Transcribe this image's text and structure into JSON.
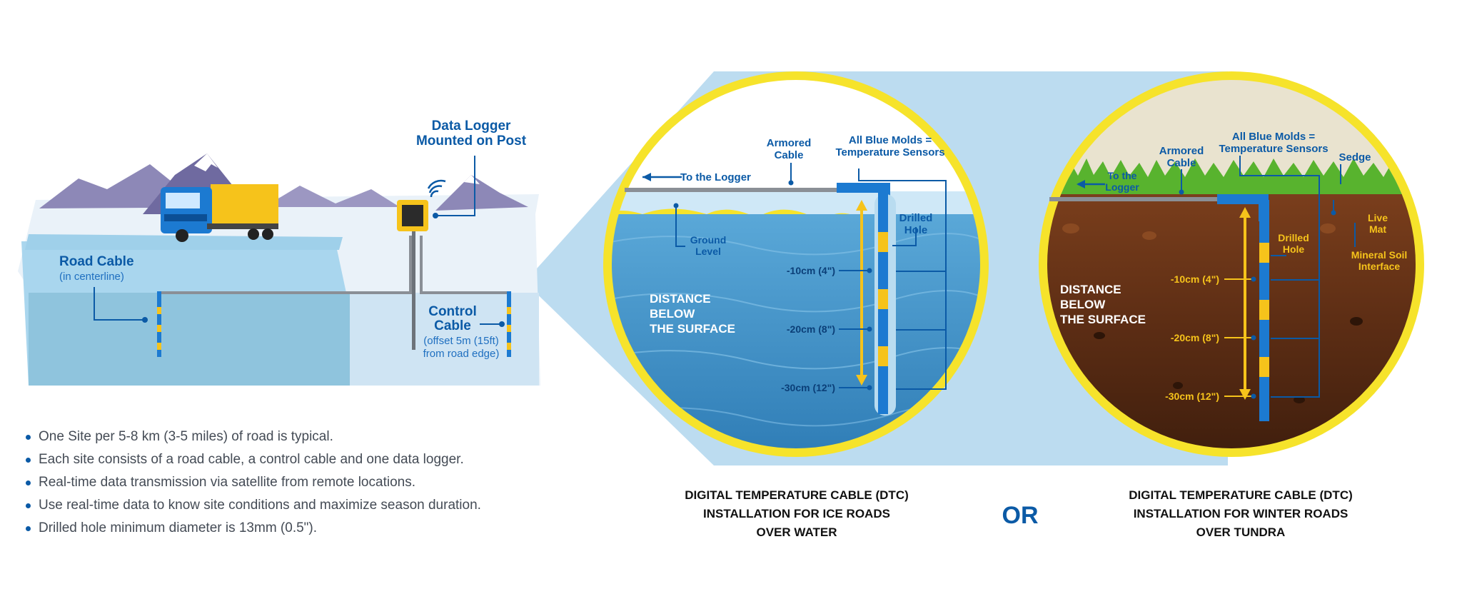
{
  "colors": {
    "brand_blue": "#0b5aa6",
    "accent_yellow": "#f6e32b",
    "water": "#3f8fc4",
    "soil": "#5a2c13",
    "grass": "#58b32e",
    "sky_band": "#bcdcf0"
  },
  "left_scene": {
    "road_cable_title": "Road Cable",
    "road_cable_sub": "(in centerline)",
    "logger_line1": "Data Logger",
    "logger_line2": "Mounted on Post",
    "control_line1": "Control",
    "control_line2": "Cable",
    "control_sub1": "(offset 5m (15ft)",
    "control_sub2": "from road edge)"
  },
  "bullets": [
    "One Site per 5-8 km (3-5 miles) of road is typical.",
    "Each site consists of a road cable, a control cable and one data logger.",
    "Real-time data transmission via satellite from remote locations.",
    "Use real-time data to know site conditions and maximize season duration.",
    "Drilled hole minimum diameter is 13mm (0.5\")."
  ],
  "ice_circle": {
    "to_logger": "To the Logger",
    "armored_1": "Armored",
    "armored_2": "Cable",
    "molds_1": "All Blue Molds =",
    "molds_2": "Temperature Sensors",
    "ground_1": "Ground",
    "ground_2": "Level",
    "drilled_1": "Drilled",
    "drilled_2": "Hole",
    "distance_1": "DISTANCE",
    "distance_2": "BELOW",
    "distance_3": "THE SURFACE",
    "depth_10": "-10cm (4\")",
    "depth_20": "-20cm (8\")",
    "depth_30": "-30cm (12\")"
  },
  "tundra_circle": {
    "to_logger_1": "To the",
    "to_logger_2": "Logger",
    "armored_1": "Armored",
    "armored_2": "Cable",
    "molds_1": "All Blue Molds =",
    "molds_2": "Temperature Sensors",
    "sedge": "Sedge",
    "live_1": "Live",
    "live_2": "Mat",
    "drilled_1": "Drilled",
    "drilled_2": "Hole",
    "mineral_1": "Mineral Soil",
    "mineral_2": "Interface",
    "distance_1": "DISTANCE",
    "distance_2": "BELOW",
    "distance_3": "THE SURFACE",
    "depth_10": "-10cm (4\")",
    "depth_20": "-20cm (8\")",
    "depth_30": "-30cm (12\")"
  },
  "captions": {
    "ice_1": "DIGITAL TEMPERATURE CABLE (DTC)",
    "ice_2": "INSTALLATION FOR ICE ROADS",
    "ice_3": "OVER WATER",
    "or": "OR",
    "tundra_1": "DIGITAL TEMPERATURE CABLE (DTC)",
    "tundra_2": "INSTALLATION FOR WINTER ROADS",
    "tundra_3": "OVER TUNDRA"
  },
  "icons": [
    "truck-icon",
    "mountains-icon",
    "data-logger-icon",
    "wireless-signal-icon",
    "arrow-left-icon"
  ]
}
